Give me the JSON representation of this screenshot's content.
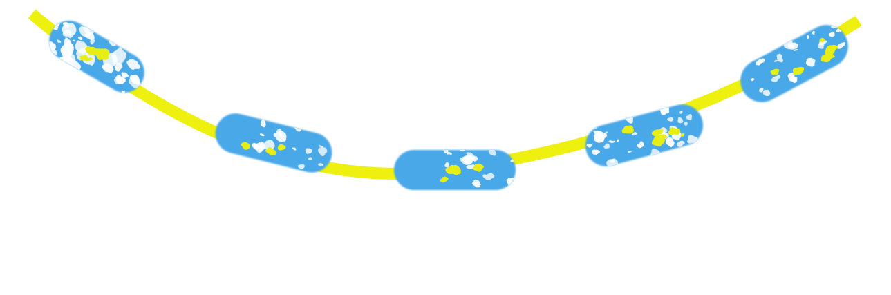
{
  "colors": {
    "background": "#ffffff",
    "strand": "#eef00f",
    "bead": "#4aa8e8",
    "bead_speckle": "#ffffff",
    "bead_accent": "#e6ee12"
  },
  "strand": {
    "icon": "curved-strand"
  },
  "beads": [
    {
      "icon": "capsule-bead"
    },
    {
      "icon": "capsule-bead"
    },
    {
      "icon": "capsule-bead"
    },
    {
      "icon": "capsule-bead"
    },
    {
      "icon": "capsule-bead"
    }
  ]
}
